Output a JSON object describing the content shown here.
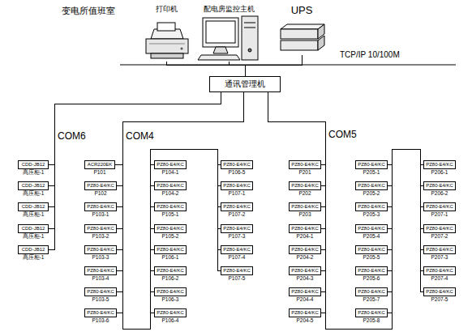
{
  "diagram": {
    "title": "变电所值班室",
    "nodes": [
      {
        "text": [
          "打印机"
        ]
      },
      {
        "text": [
          "配电房监控主机"
        ]
      },
      {
        "text": [
          "UPS"
        ]
      },
      {
        "text": [
          "通讯管理机"
        ]
      },
      {
        "text": [
          "CDD-JB12",
          "高压柜-1"
        ]
      },
      {
        "text": [
          "CDD-JB12",
          "高压柜-1"
        ]
      },
      {
        "text": [
          "CDD-JB12",
          "高压柜-1"
        ]
      },
      {
        "text": [
          "CDD-JB12",
          "高压柜-1"
        ]
      },
      {
        "text": [
          "CDD-JB12",
          "高压柜-1"
        ]
      },
      {
        "text": [
          "ACR220EK",
          "P101"
        ]
      },
      {
        "text": [
          "PZ80-E4/KC",
          "P102"
        ]
      },
      {
        "text": [
          "PZ80-E4/KC",
          "P103-1"
        ]
      },
      {
        "text": [
          "PZ80-E4/KC",
          "P103-2"
        ]
      },
      {
        "text": [
          "PZ80-E4/KC",
          "P103-3"
        ]
      },
      {
        "text": [
          "PZ80-E4/KC",
          "P103-4"
        ]
      },
      {
        "text": [
          "PZ80-E4/KC",
          "P103-5"
        ]
      },
      {
        "text": [
          "PZ80-E4/KC",
          "P103-6"
        ]
      },
      {
        "text": [
          "PZ80-E4/KC",
          "P104-1"
        ]
      },
      {
        "text": [
          "PZ80-E4/KC",
          "P104-2"
        ]
      },
      {
        "text": [
          "PZ80-E4/KC",
          "P105-1"
        ]
      },
      {
        "text": [
          "PZ80-E4/KC",
          "P105-2"
        ]
      },
      {
        "text": [
          "PZ80-E4/KC",
          "P106-1"
        ]
      },
      {
        "text": [
          "PZ80-E4/KC",
          "P106-2"
        ]
      },
      {
        "text": [
          "PZ80-E4/KC",
          "P106-3"
        ]
      },
      {
        "text": [
          "PZ80-E4/KC",
          "P106-4"
        ]
      },
      {
        "text": [
          "PZ80-E4/KC",
          "P106-5"
        ]
      },
      {
        "text": [
          "PZ80-E4/KC",
          "P107-1"
        ]
      },
      {
        "text": [
          "PZ80-E4/KC",
          "P107-2"
        ]
      },
      {
        "text": [
          "PZ80-E4/KC",
          "P107-3"
        ]
      },
      {
        "text": [
          "PZ80-E4/KC",
          "P107-4"
        ]
      },
      {
        "text": [
          "PZ80-E4/KC",
          "P107-5"
        ]
      },
      {
        "text": [
          "PZ80-E4/KC",
          "P201"
        ]
      },
      {
        "text": [
          "PZ80-E4/KC",
          "P202"
        ]
      },
      {
        "text": [
          "PZ80-E4/KC",
          "P203"
        ]
      },
      {
        "text": [
          "PZ80-E4/KC",
          "P204-1"
        ]
      },
      {
        "text": [
          "PZ80-E4/KC",
          "P204-2"
        ]
      },
      {
        "text": [
          "PZ80-E4/KC",
          "P204-3"
        ]
      },
      {
        "text": [
          "PZ80-E4/KC",
          "P204-4"
        ]
      },
      {
        "text": [
          "PZ80-E4/KC",
          "P204-5"
        ]
      },
      {
        "text": [
          "PZ80-E4/KC",
          "P205-1"
        ]
      },
      {
        "text": [
          "PZ80-E4/KC",
          "P205-2"
        ]
      },
      {
        "text": [
          "PZ80-E4/KC",
          "P205-3"
        ]
      },
      {
        "text": [
          "PZ80-E4/KC",
          "P205-4"
        ]
      },
      {
        "text": [
          "PZ80-E4/KC",
          "P205-5"
        ]
      },
      {
        "text": [
          "PZ80-E4/KC",
          "P205-6"
        ]
      },
      {
        "text": [
          "PZ80-E4/KC",
          "P205-7"
        ]
      },
      {
        "text": [
          "PZ80-E4/KC",
          "P205-8"
        ]
      },
      {
        "text": [
          "PZ80-E4/KC",
          "P206-1"
        ]
      },
      {
        "text": [
          "PZ80-E4/KC",
          "P206-2"
        ]
      },
      {
        "text": [
          "PZ80-E4/KC",
          "P207-1"
        ]
      },
      {
        "text": [
          "PZ80-E4/KC",
          "P207-2"
        ]
      },
      {
        "text": [
          "PZ80-E4/KC",
          "P207-3"
        ]
      },
      {
        "text": [
          "PZ80-E4/KC",
          "P207-4"
        ]
      },
      {
        "text": [
          "PZ80-E4/KC",
          "P207-5"
        ]
      }
    ],
    "edges": [
      {
        "from": 0,
        "to": 3,
        "arrow": "none"
      },
      {
        "from": 1,
        "to": 3,
        "arrow": "none"
      },
      {
        "from": 2,
        "to": 3,
        "arrow": "none"
      },
      {
        "from": 3,
        "to": 4,
        "arrow": "none"
      },
      {
        "from": 3,
        "to": 5,
        "arrow": "none"
      },
      {
        "from": 3,
        "to": 6,
        "arrow": "none"
      },
      {
        "from": 3,
        "to": 7,
        "arrow": "none"
      },
      {
        "from": 3,
        "to": 8,
        "arrow": "none"
      },
      {
        "from": 3,
        "to": 9,
        "arrow": "none"
      },
      {
        "from": 3,
        "to": 10,
        "arrow": "none"
      },
      {
        "from": 3,
        "to": 11,
        "arrow": "none"
      },
      {
        "from": 3,
        "to": 12,
        "arrow": "none"
      },
      {
        "from": 3,
        "to": 13,
        "arrow": "none"
      },
      {
        "from": 3,
        "to": 14,
        "arrow": "none"
      },
      {
        "from": 3,
        "to": 15,
        "arrow": "none"
      },
      {
        "from": 3,
        "to": 16,
        "arrow": "none"
      },
      {
        "from": 3,
        "to": 17,
        "arrow": "none"
      },
      {
        "from": 3,
        "to": 18,
        "arrow": "none"
      },
      {
        "from": 3,
        "to": 19,
        "arrow": "none"
      },
      {
        "from": 3,
        "to": 20,
        "arrow": "none"
      },
      {
        "from": 3,
        "to": 21,
        "arrow": "none"
      },
      {
        "from": 3,
        "to": 22,
        "arrow": "none"
      },
      {
        "from": 3,
        "to": 23,
        "arrow": "none"
      },
      {
        "from": 3,
        "to": 24,
        "arrow": "none"
      },
      {
        "from": 3,
        "to": 25,
        "arrow": "none"
      },
      {
        "from": 3,
        "to": 26,
        "arrow": "none"
      },
      {
        "from": 3,
        "to": 27,
        "arrow": "none"
      },
      {
        "from": 3,
        "to": 28,
        "arrow": "none"
      },
      {
        "from": 3,
        "to": 29,
        "arrow": "none"
      },
      {
        "from": 3,
        "to": 30,
        "arrow": "none"
      },
      {
        "from": 3,
        "to": 31,
        "arrow": "none"
      },
      {
        "from": 3,
        "to": 32,
        "arrow": "none"
      },
      {
        "from": 3,
        "to": 33,
        "arrow": "none"
      },
      {
        "from": 3,
        "to": 34,
        "arrow": "none"
      },
      {
        "from": 3,
        "to": 35,
        "arrow": "none"
      },
      {
        "from": 3,
        "to": 36,
        "arrow": "none"
      },
      {
        "from": 3,
        "to": 37,
        "arrow": "none"
      },
      {
        "from": 3,
        "to": 38,
        "arrow": "none"
      },
      {
        "from": 3,
        "to": 39,
        "arrow": "none"
      },
      {
        "from": 3,
        "to": 40,
        "arrow": "none"
      },
      {
        "from": 3,
        "to": 41,
        "arrow": "none"
      },
      {
        "from": 3,
        "to": 42,
        "arrow": "none"
      },
      {
        "from": 3,
        "to": 43,
        "arrow": "none"
      },
      {
        "from": 3,
        "to": 44,
        "arrow": "none"
      },
      {
        "from": 3,
        "to": 45,
        "arrow": "none"
      },
      {
        "from": 3,
        "to": 46,
        "arrow": "none"
      },
      {
        "from": 3,
        "to": 47,
        "arrow": "none"
      },
      {
        "from": 3,
        "to": 48,
        "arrow": "none"
      },
      {
        "from": 3,
        "to": 49,
        "arrow": "none"
      },
      {
        "from": 3,
        "to": 50,
        "arrow": "none"
      },
      {
        "from": 3,
        "to": 51,
        "arrow": "none"
      },
      {
        "from": 3,
        "to": 52,
        "arrow": "none"
      },
      {
        "from": 3,
        "to": 53,
        "arrow": "none"
      }
    ],
    "labels": [
      "TCP/IP 10/100M",
      "COM6",
      "COM4",
      "COM5"
    ]
  }
}
